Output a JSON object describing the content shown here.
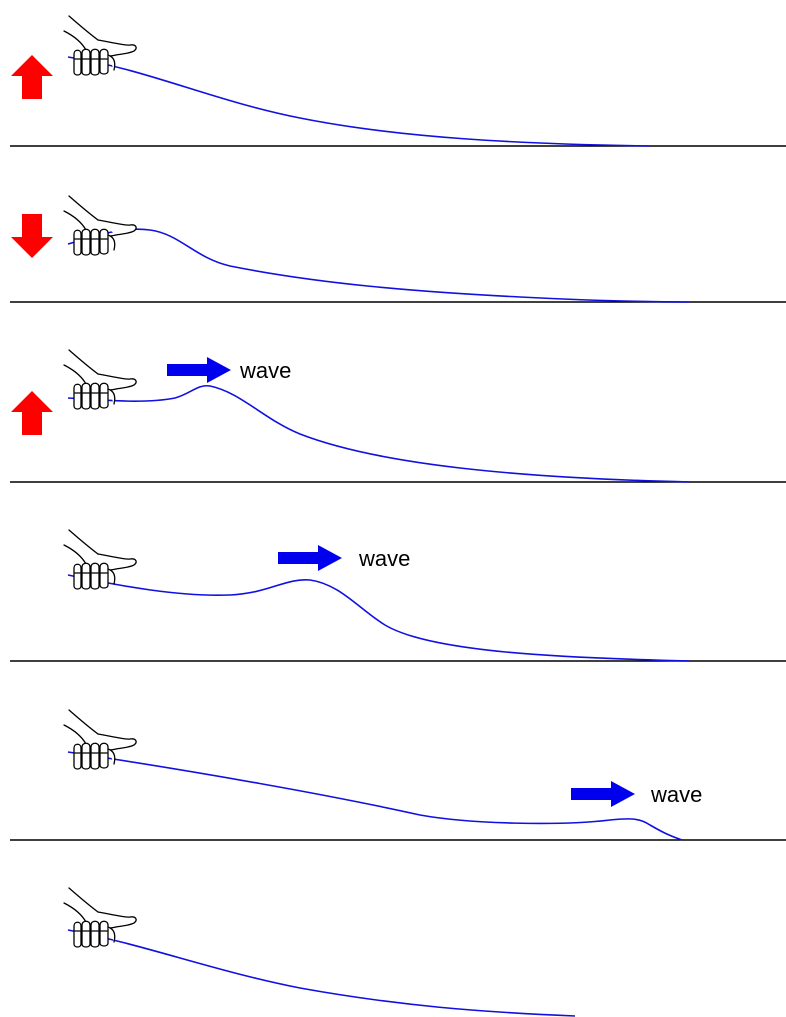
{
  "colors": {
    "rope": "#1010e0",
    "up_arrow": "#ff0000",
    "down_arrow": "#ff0000",
    "wave_arrow": "#0000ee",
    "ground": "#000000"
  },
  "icons": {
    "hand": "hand-holding-rope-icon",
    "up": "red-up-arrow-icon",
    "down": "red-down-arrow-icon",
    "wave": "blue-right-arrow-icon"
  },
  "panels": [
    {
      "step": 1,
      "hand_motion": "up"
    },
    {
      "step": 2,
      "hand_motion": "down"
    },
    {
      "step": 3,
      "hand_motion": "up",
      "wave_label": "wave"
    },
    {
      "step": 4,
      "hand_motion": "none",
      "wave_label": "wave"
    },
    {
      "step": 5,
      "hand_motion": "none",
      "wave_label": "wave"
    },
    {
      "step": 6,
      "hand_motion": "none"
    }
  ]
}
